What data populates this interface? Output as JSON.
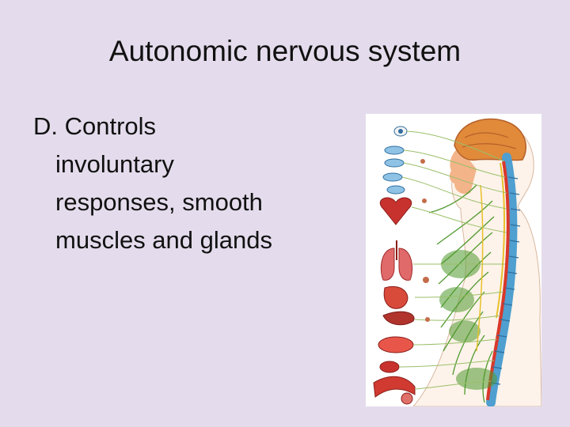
{
  "slide": {
    "title": "Autonomic nervous system",
    "body_lines": [
      "D. Controls",
      "involuntary",
      "responses, smooth",
      "muscles and glands"
    ]
  },
  "figure": {
    "icon": "autonomic-nervous-system-illustration",
    "colors": {
      "background": "#e4dcec",
      "nerves_green": "#4f9a2e",
      "spine_blue": "#4f9fd0",
      "spine_red": "#d8382a",
      "organ_red": "#c8322e",
      "brain_orange": "#e08a3a",
      "skin": "#f3b48a"
    }
  }
}
